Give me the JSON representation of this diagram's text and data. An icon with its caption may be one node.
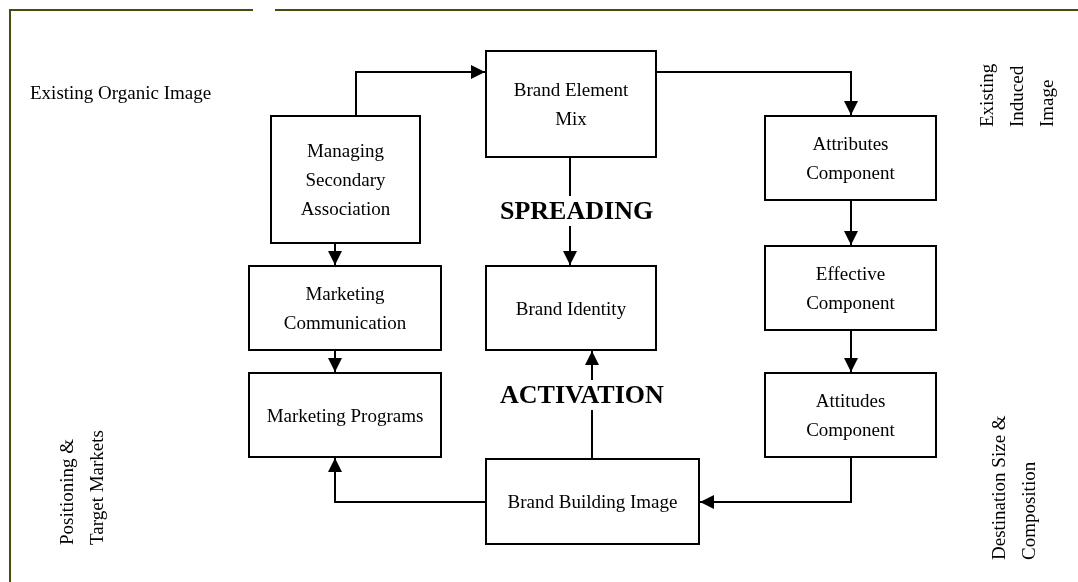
{
  "diagram": {
    "nodes": [
      {
        "text": [
          "Managing Secondary Association"
        ]
      },
      {
        "text": [
          "Brand Element Mix"
        ]
      },
      {
        "text": [
          "Attributes Component"
        ]
      },
      {
        "text": [
          "Marketing Communication"
        ]
      },
      {
        "text": [
          "Brand Identity"
        ]
      },
      {
        "text": [
          "Effective Component"
        ]
      },
      {
        "text": [
          "Marketing Programs"
        ]
      },
      {
        "text": [
          "Attitudes Component"
        ]
      },
      {
        "text": [
          "Brand Building Image"
        ]
      }
    ],
    "edges": [
      {
        "from": 0,
        "to": 1,
        "arrow": "to"
      },
      {
        "from": 1,
        "to": 2,
        "arrow": "to"
      },
      {
        "from": 1,
        "to": 4,
        "arrow": "to"
      },
      {
        "from": 0,
        "to": 3,
        "arrow": "to"
      },
      {
        "from": 3,
        "to": 6,
        "arrow": "to"
      },
      {
        "from": 2,
        "to": 5,
        "arrow": "to"
      },
      {
        "from": 5,
        "to": 7,
        "arrow": "to"
      },
      {
        "from": 7,
        "to": 8,
        "arrow": "to"
      },
      {
        "from": 8,
        "to": 6,
        "arrow": "to"
      },
      {
        "from": 8,
        "to": 4,
        "arrow": "to"
      }
    ],
    "labels": [
      "Existing Organic Image",
      "Existing Induced Image",
      "SPREADING",
      "ACTIVATION",
      "Positioning & Target Markets",
      "Destination Size & Composition"
    ]
  }
}
